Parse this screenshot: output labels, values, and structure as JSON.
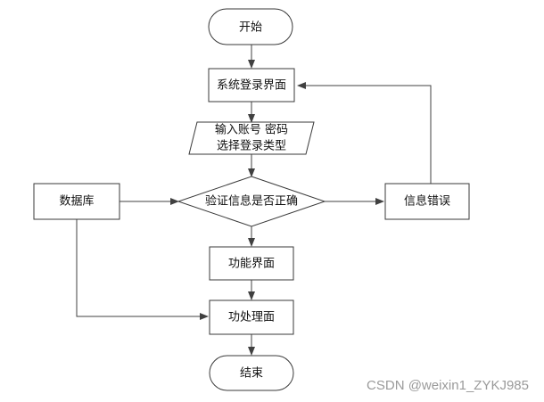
{
  "flowchart": {
    "nodes": {
      "start": "开始",
      "login_ui": "系统登录界面",
      "input_line1": "输入账号 密码",
      "input_line2": "选择登录类型",
      "database": "数据库",
      "verify": "验证信息是否正确",
      "error": "信息错误",
      "function_ui": "功能界面",
      "process": "功处理面",
      "end": "结束"
    }
  },
  "watermark": "CSDN @weixin1_ZYKJ985"
}
